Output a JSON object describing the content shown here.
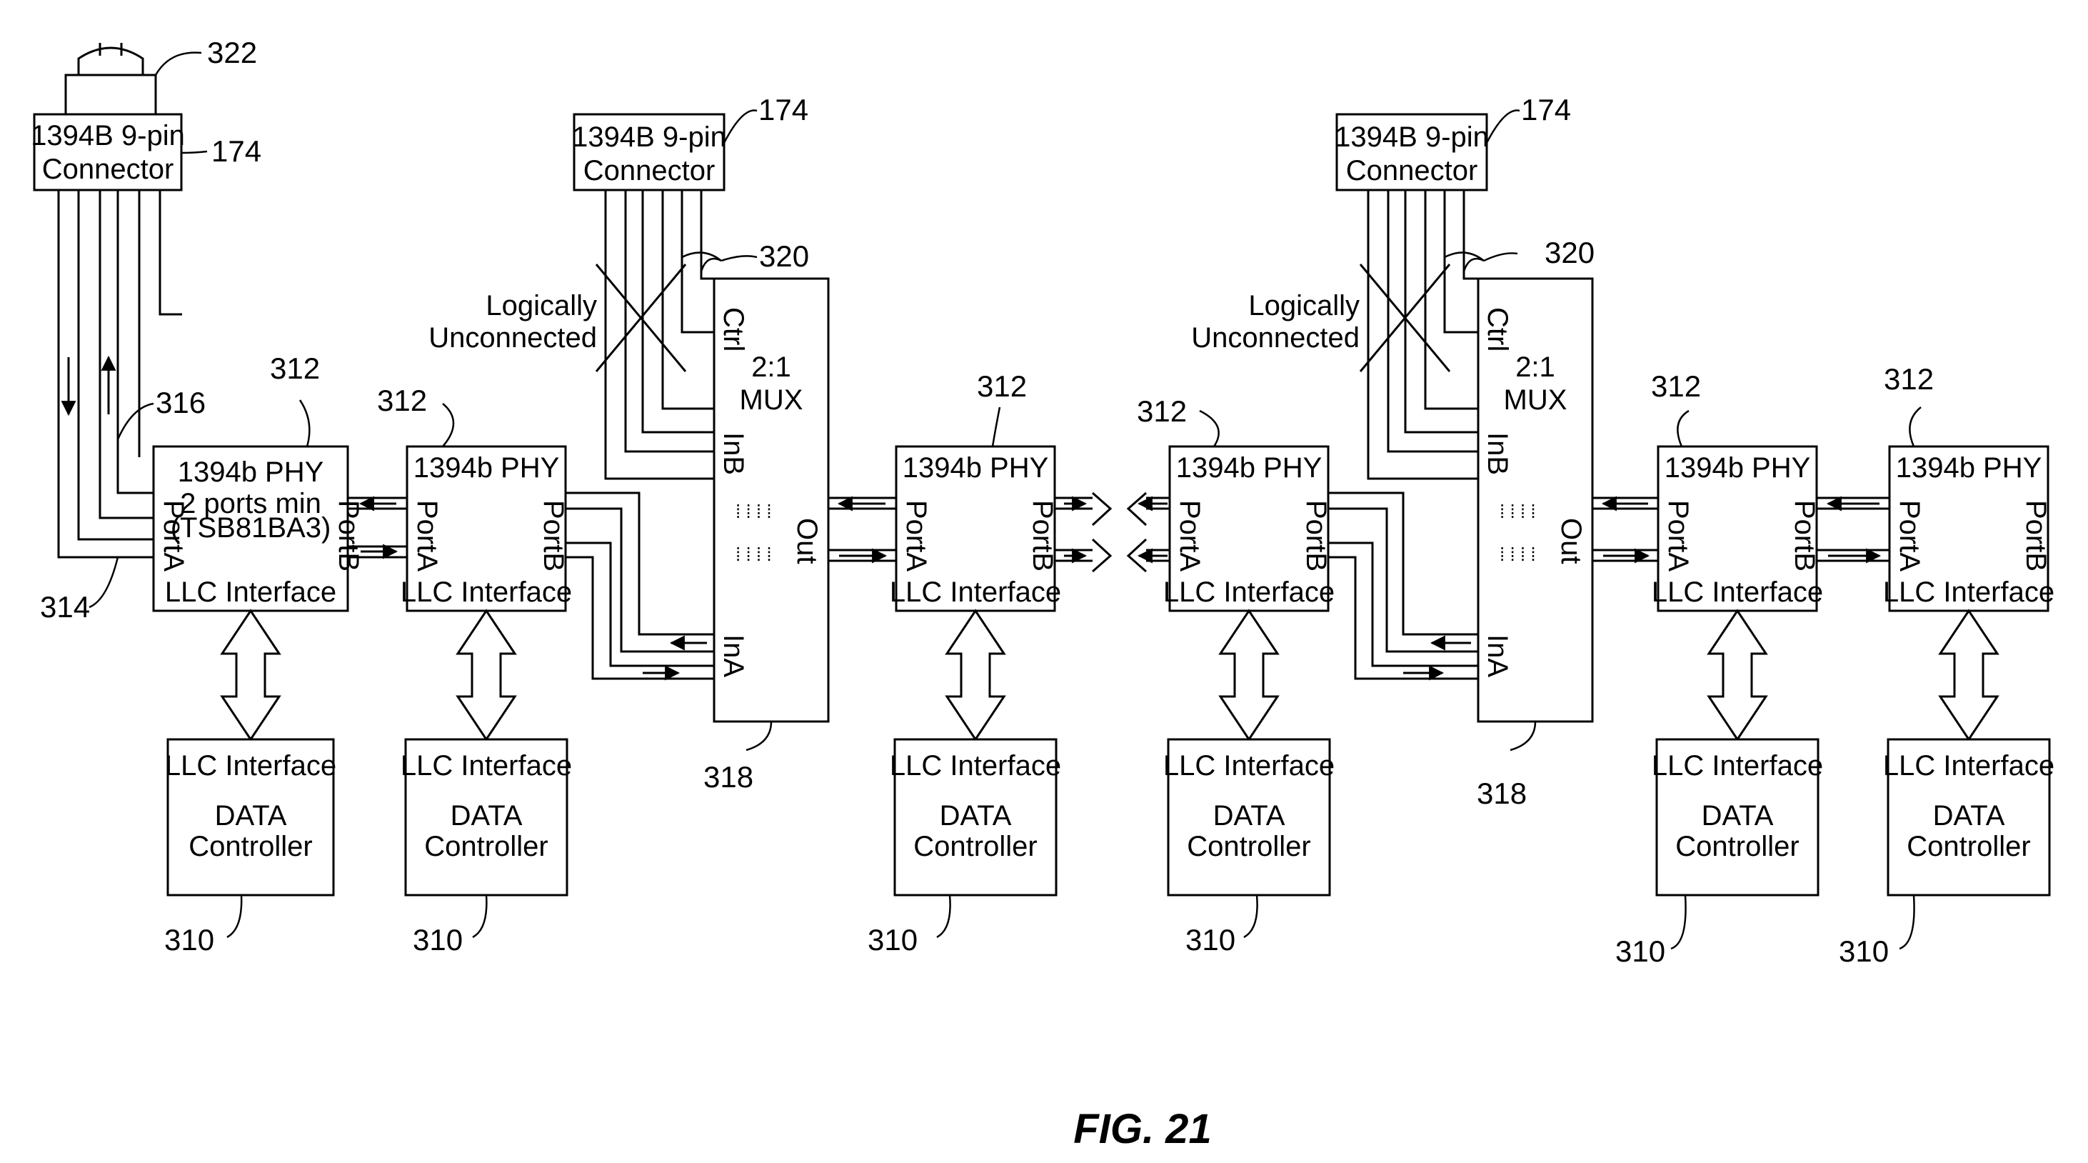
{
  "figure_title": "FIG. 21",
  "connectors": [
    {
      "line1": "1394B 9-pin",
      "line2": "Connector",
      "ref": "174"
    },
    {
      "line1": "1394B 9-pin",
      "line2": "Connector",
      "ref": "174"
    },
    {
      "line1": "1394B 9-pin",
      "line2": "Connector",
      "ref": "174"
    }
  ],
  "ref_322": "322",
  "ref_316": "316",
  "ref_314": "314",
  "ref_312": "312",
  "ref_310": "310",
  "ref_318": "318",
  "ref_320": "320",
  "phy_first": {
    "line1": "1394b PHY",
    "line2": "2 ports min",
    "line3": "(TSB81BA3)"
  },
  "phy_label": "1394b PHY",
  "llc_interface": "LLC Interface",
  "port_a": "PortA",
  "port_b": "PortB",
  "data_controller": {
    "line1": "LLC Interface",
    "line2": "DATA",
    "line3": "Controller"
  },
  "mux": {
    "line1": "2:1",
    "line2": "MUX",
    "ctrl": "Ctrl",
    "in_a": "InA",
    "in_b": "InB",
    "out": "Out"
  },
  "logically_unconnected": {
    "line1": "Logically",
    "line2": "Unconnected"
  },
  "arrows": {
    "left": "←",
    "right": "→",
    "down": "↓",
    "up": "↑"
  }
}
